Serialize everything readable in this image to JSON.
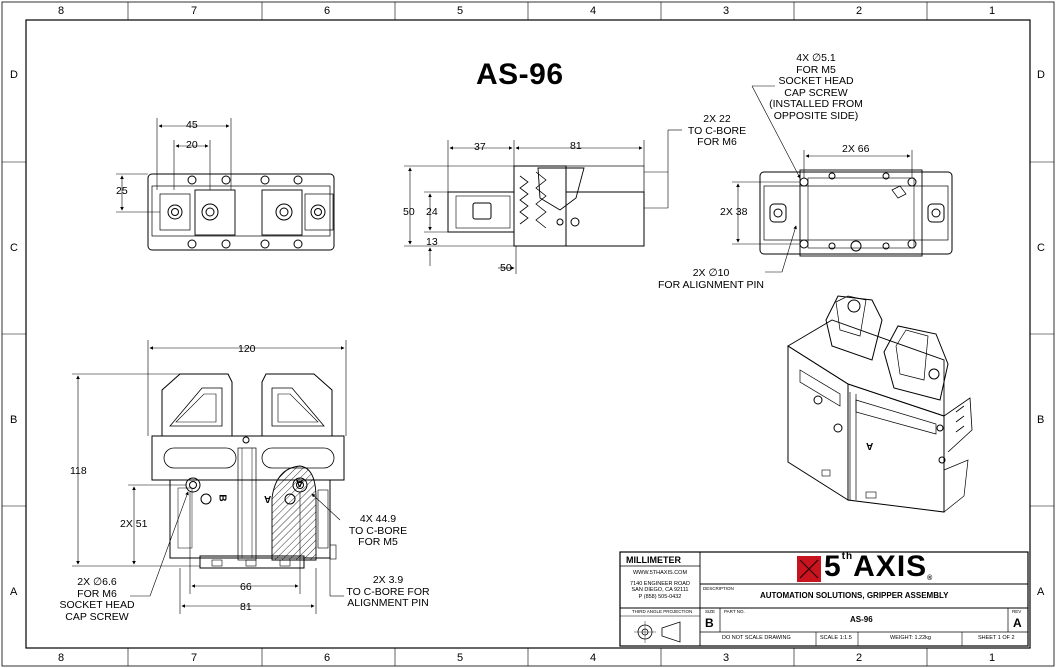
{
  "drawing": {
    "title": "AS-96",
    "zones": {
      "cols_top": [
        "8",
        "7",
        "6",
        "5",
        "4",
        "3",
        "2",
        "1"
      ],
      "cols_bottom": [
        "8",
        "7",
        "6",
        "5",
        "4",
        "3",
        "2",
        "1"
      ],
      "rows_left": [
        "D",
        "C",
        "B",
        "A"
      ],
      "rows_right": [
        "D",
        "C",
        "B",
        "A"
      ]
    },
    "top_view_dims": {
      "d45": "45",
      "d20": "20",
      "d25": "25"
    },
    "side_view_dims": {
      "d37": "37",
      "d81": "81",
      "d50": "50",
      "d24": "24",
      "d13": "13",
      "d50_bottom": "50"
    },
    "cbore_note": [
      "2X 22",
      "TO C-BORE",
      "FOR M6"
    ],
    "right_view_dims": {
      "d66": "2X 66",
      "d38": "2X 38"
    },
    "screw_note": [
      "4X ∅5.1",
      "FOR M5",
      "SOCKET HEAD",
      "CAP SCREW",
      "(INSTALLED FROM",
      "OPPOSITE SIDE)"
    ],
    "pin_note": [
      "2X ∅10",
      "FOR ALIGNMENT PIN"
    ],
    "front_view_dims": {
      "d120": "120",
      "d118": "118",
      "d51": "2X 51",
      "d66": "66",
      "d81": "81"
    },
    "front_marks": {
      "a_left": "A",
      "a_right": "A",
      "b_left": "B"
    },
    "m6_note": [
      "2X ∅6.6",
      "FOR M6",
      "SOCKET HEAD",
      "CAP SCREW"
    ],
    "m5_note": [
      "4X 44.9",
      "TO C-BORE",
      "FOR M5"
    ],
    "pin39_note": [
      "2X 3.9",
      "TO C-BORE FOR",
      "ALIGNMENT PIN"
    ],
    "iso_mark": "A"
  },
  "title_block": {
    "units": "MILLIMETER",
    "website": "WWW.5THAXIS.COM",
    "address1": "7140 ENGINEER ROAD",
    "address2": "SAN DIEGO, CA 92111",
    "phone": "P (858) 505-0432",
    "projection": "THIRD ANGLE PROJECTION",
    "logo_five": "5",
    "logo_th": "th",
    "logo_axis": "AXIS",
    "logo_reg": "®",
    "description_label": "DESCRIPTION",
    "description": "AUTOMATION SOLUTIONS, GRIPPER ASSEMBLY",
    "size_label": "SIZE",
    "size": "B",
    "partno_label": "PART NO.",
    "partno": "AS-96",
    "rev_label": "REV",
    "rev": "A",
    "no_scale": "DO NOT SCALE DRAWING",
    "scale": "SCALE 1:1.5",
    "weight": "WEIGHT: 1.22kg",
    "sheet": "SHEET 1 OF 2"
  }
}
